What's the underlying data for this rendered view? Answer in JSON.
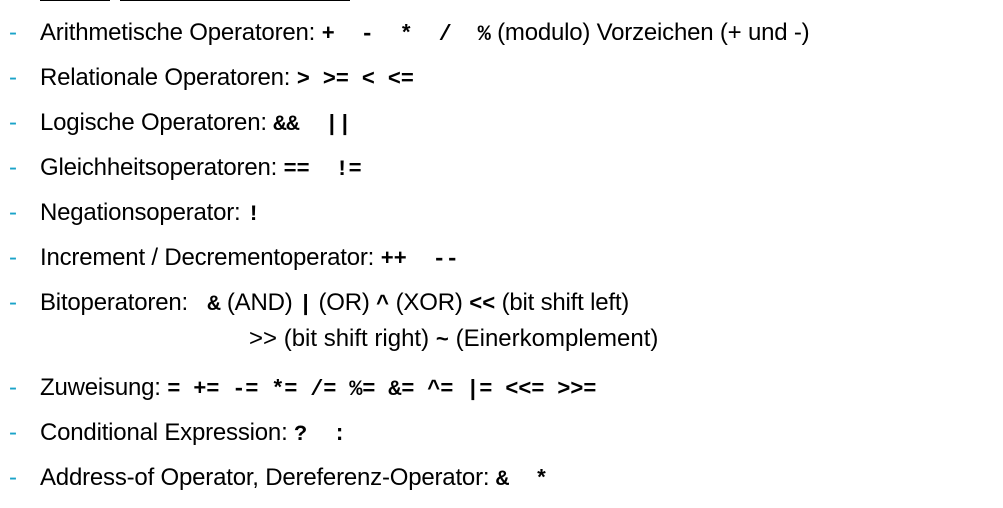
{
  "colors": {
    "bullet": "#1aa3c8",
    "text": "#000000"
  },
  "items": [
    {
      "bullet": "-",
      "label": "Arithmetische Operatoren:",
      "code": "+  -  *  /  %",
      "tail": "(modulo) Vorzeichen (+ und -)"
    },
    {
      "bullet": "-",
      "label": "Relationale Operatoren:",
      "code": "> >= < <="
    },
    {
      "bullet": "-",
      "label": "Logische Operatoren:",
      "code": "&&  ||"
    },
    {
      "bullet": "-",
      "label": "Gleichheitsoperatoren:",
      "code": "==  !="
    },
    {
      "bullet": "-",
      "label": "Negationsoperator:",
      "code": "!"
    },
    {
      "bullet": "-",
      "label": "Increment / Decrementoperator:",
      "code": "++  --"
    },
    {
      "bullet": "-",
      "label": "Bitoperatoren:",
      "line1": [
        {
          "code": "&",
          "desc": "(AND)"
        },
        {
          "code": "|",
          "desc": "(OR)"
        },
        {
          "code": "^",
          "desc": "(XOR)"
        },
        {
          "code": "<<",
          "desc": "(bit shift left)"
        }
      ],
      "line2": [
        {
          "code": ">>",
          "desc": "(bit shift right)"
        },
        {
          "code": "~",
          "desc": "(Einerkomplement)"
        }
      ]
    },
    {
      "bullet": "-",
      "label": "Zuweisung:",
      "code": "= += -= *= /= %= &= ^= |= <<= >>="
    },
    {
      "bullet": "-",
      "label": "Conditional Expression:",
      "code": "?  :"
    },
    {
      "bullet": "-",
      "label": "Address-of Operator, Dereferenz-Operator:",
      "code": "&  *"
    }
  ]
}
